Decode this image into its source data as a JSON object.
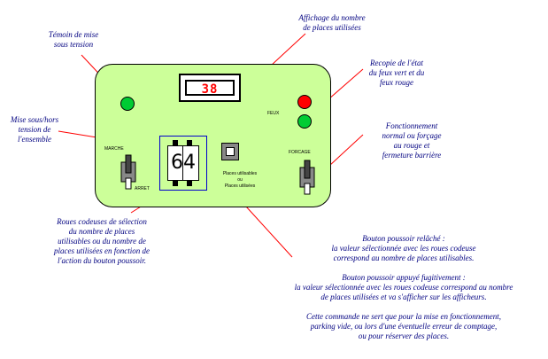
{
  "annotations": {
    "power_led": "Témoin de mise\nsous tension",
    "display": "Affichage du nombre\nde places utilisées",
    "traffic_lights": "Recopie de l'état\ndu feux vert et du\nfeux rouge",
    "power_switch": "Mise sous/hors\ntension de\nl'ensemble",
    "mode_switch": "Fonctionnement\nnormal ou forçage\nau rouge et\nfermeture barrière",
    "code_wheels": "Roues codeuses de sélection\ndu nombre de places\nutilisables ou du nombre de\nplaces utilisées en fonction de\nl'action du bouton poussoir.",
    "push_button": "Bouton poussoir relâché :\nla valeur sélectionnée avec les roues codeuse\ncorrespond au nombre de places utilisables.\n\nBouton poussoir appuyé fugitivement :\nla valeur sélectionnée avec les roues codeuse correspond au nombre\nde places utilisées et va s'afficher sur les afficheurs.\n\nCette commande ne sert que pour la mise en fonctionnement,\nparking vide, ou lors d'une éventuelle erreur de comptage,\nou pour réserver des places."
  },
  "panel": {
    "display_value": "38",
    "wheel_value": "64",
    "feux_label": "FEUX",
    "marche_label": "MARCHE",
    "arret_label": "ARRET",
    "forcage_label": "FORCAGE",
    "places_label": "Places utilisables\nou\nPlaces utilisées"
  },
  "colors": {
    "panel": "#ccff99",
    "led_green": "#00cc33",
    "led_red": "#ff0000",
    "annotation_text": "#000080",
    "wire": "#ff0000",
    "wheel_frame": "#0000cc"
  }
}
